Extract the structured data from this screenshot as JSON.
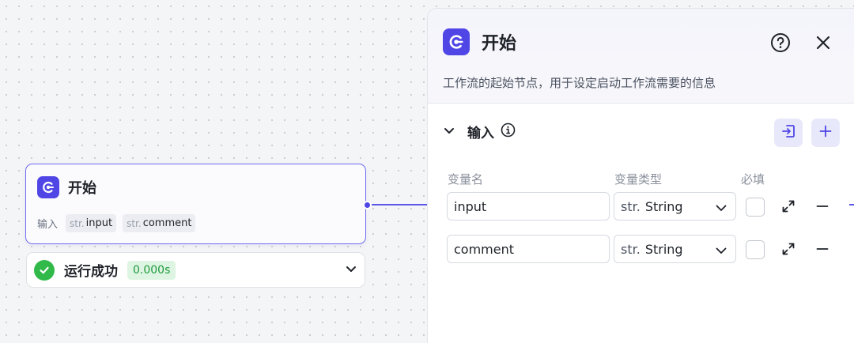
{
  "node": {
    "title": "开始",
    "inputs_label": "输入",
    "vars": [
      {
        "type": "str.",
        "name": "input"
      },
      {
        "type": "str.",
        "name": "comment"
      }
    ]
  },
  "run_status": {
    "text": "运行成功",
    "time": "0.000s"
  },
  "panel": {
    "title": "开始",
    "description": "工作流的起始节点，用于设定启动工作流需要的信息",
    "section": {
      "title": "输入",
      "columns": [
        "变量名",
        "变量类型",
        "必填"
      ],
      "rows": [
        {
          "name": "input",
          "type_prefix": "str.",
          "type": "String",
          "required": false
        },
        {
          "name": "comment",
          "type_prefix": "str.",
          "type": "String",
          "required": false
        }
      ]
    }
  },
  "colors": {
    "accent": "#4f46e5",
    "success": "#31b94a",
    "edge": "#5b57e8"
  },
  "icons": {
    "logo": "start-logo-icon",
    "help": "help-circle-icon",
    "close": "close-icon",
    "collapse": "chevron-down-icon",
    "info": "info-icon",
    "import": "import-variable-icon",
    "add": "plus-icon",
    "success": "check-circle-icon",
    "expand": "expand-icon",
    "remove": "minus-icon"
  }
}
